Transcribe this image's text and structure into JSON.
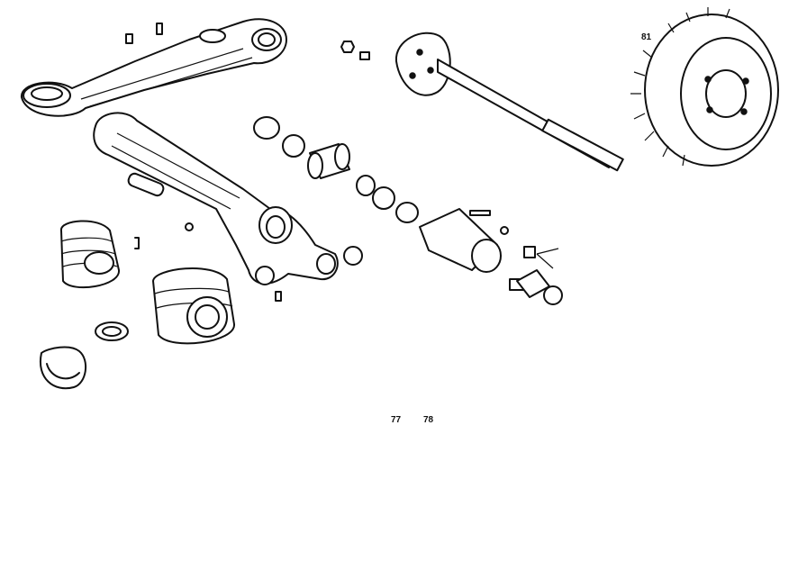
{
  "diagram": {
    "labels": [
      {
        "id": "81",
        "text": "81"
      },
      {
        "id": "77",
        "text": "77"
      },
      {
        "id": "78",
        "text": "78"
      }
    ]
  },
  "colors": {
    "ink": "#111111",
    "paper": "#ffffff"
  }
}
